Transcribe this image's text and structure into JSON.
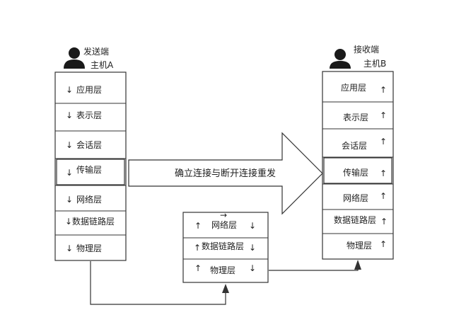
{
  "host_a": {
    "line1": "发送端",
    "line2": "主机A",
    "layers": [
      {
        "label": "应用层",
        "arrow": "↓"
      },
      {
        "label": "表示层",
        "arrow": "↓"
      },
      {
        "label": "会话层",
        "arrow": "↓"
      },
      {
        "label": "传输层",
        "arrow": "↓"
      },
      {
        "label": "网络层",
        "arrow": "↓"
      },
      {
        "label": "数据链路层",
        "arrow": "↓"
      },
      {
        "label": "物理层",
        "arrow": "↓"
      }
    ]
  },
  "host_b": {
    "line1": "接收端",
    "line2": "主机B",
    "layers": [
      {
        "label": "应用层",
        "arrow": "↑"
      },
      {
        "label": "表示层",
        "arrow": "↑"
      },
      {
        "label": "会话层",
        "arrow": "↑"
      },
      {
        "label": "传输层",
        "arrow": "↑"
      },
      {
        "label": "网络层",
        "arrow": "↑"
      },
      {
        "label": "数据链路层",
        "arrow": "↑"
      },
      {
        "label": "物理层",
        "arrow": "↑"
      }
    ]
  },
  "router": {
    "top_mark": "→",
    "layers": [
      {
        "label": "网络层",
        "arrow_left": "↑",
        "arrow_right": "↓"
      },
      {
        "label": "数据链路层",
        "arrow_left": "↑",
        "arrow_right": "↓"
      },
      {
        "label": "物理层",
        "arrow_left": "↑",
        "arrow_right": "↓"
      }
    ]
  },
  "big_arrow": {
    "label": "确立连接与断开连接重发"
  },
  "colors": {
    "stroke": "#333333",
    "fill": "#ffffff",
    "icon": "#1a1a1a"
  }
}
